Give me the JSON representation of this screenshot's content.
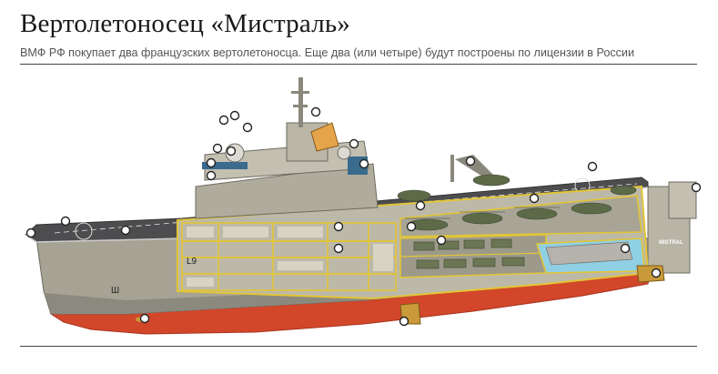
{
  "header": {
    "title": "Вертолетоносец «Мистраль»",
    "subtitle": "ВМФ РФ покупает два французских вертолетоносца. Еще два (или четыре) будут построены по лицензии в России"
  },
  "ship": {
    "hull_number": "L9",
    "bow_mark": "Ш",
    "stern_name": "MISTRAL",
    "colors": {
      "hull": "#a6a294",
      "hull_dark": "#7e7b70",
      "hull_red": "#d2462a",
      "deck": "#4d4d4f",
      "section_outline": "#e2c536",
      "glass": "#3a6a8c",
      "water_dock": "#8fd0e4",
      "vehicle": "#6b7654"
    }
  },
  "callouts_count": 26
}
